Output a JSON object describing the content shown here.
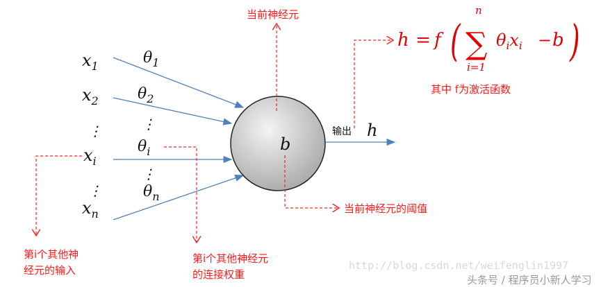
{
  "inputs": [
    {
      "x": "x",
      "x_sub": "1",
      "w": "θ",
      "w_sub": "1"
    },
    {
      "x": "x",
      "x_sub": "2",
      "w": "θ",
      "w_sub": "2"
    },
    {
      "x": "x",
      "x_sub": "i",
      "w": "θ",
      "w_sub": "i"
    },
    {
      "x": "x",
      "x_sub": "n",
      "w": "θ",
      "w_sub": "n"
    }
  ],
  "dots": "⋮",
  "neuron": {
    "bias": "b",
    "label": "当前神经元",
    "bias_label": "当前神经元的阈值"
  },
  "output": {
    "label": "输出",
    "symbol": "h"
  },
  "formula": {
    "lhs": "h",
    "eq": "=",
    "f": "f",
    "sum": "∑",
    "upper": "n",
    "lower": "i=1",
    "theta": "θ",
    "i": "i",
    "x": "x",
    "minus": "−",
    "b": "b",
    "lparen": "(",
    "rparen": ")"
  },
  "formula_note": "其中 f为激活函数",
  "input_note": [
    "第i个其他神",
    "经元的输入"
  ],
  "weight_note": [
    "第i个其他神经元",
    "的连接权重"
  ],
  "watermark": {
    "url": "http://blog.csdn.net/weifenglin1997",
    "brand": "头条号 / 程序员小新人学习"
  },
  "colors": {
    "annotation": "#ff1a1a",
    "arrows": "#4f81bd"
  }
}
